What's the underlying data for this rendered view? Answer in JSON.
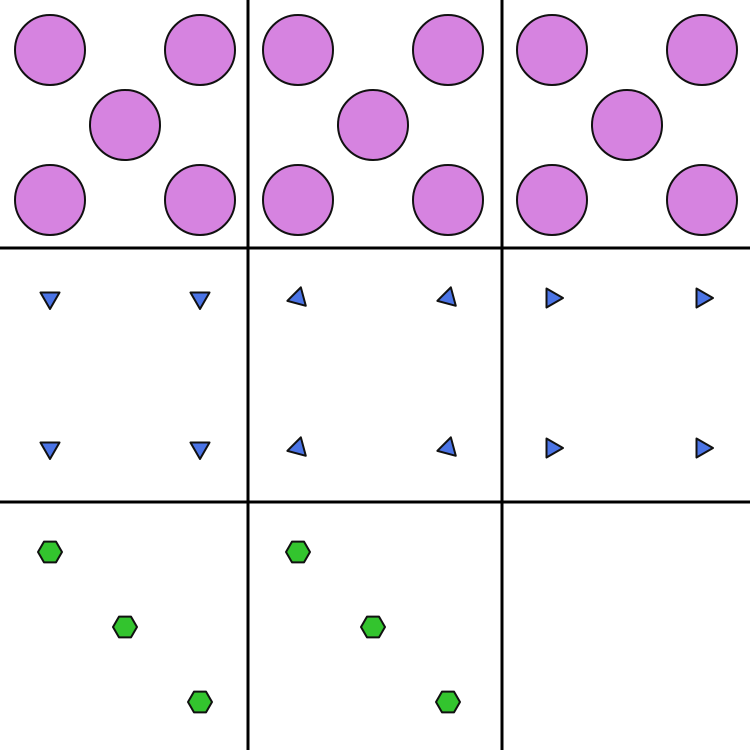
{
  "puzzle": {
    "colors": {
      "background": "#ffffff",
      "grid_line": "#000000",
      "shape_stroke": "#111111",
      "circle_fill": "#d683e0",
      "triangle_fill": "#4b74e6",
      "hexagon_fill": "#33c42e"
    },
    "rows": [
      {
        "shape": "circle",
        "cells": [
          {
            "count": 5,
            "arrangement": "dice-five",
            "rotation_deg": 0
          },
          {
            "count": 5,
            "arrangement": "dice-five",
            "rotation_deg": 0
          },
          {
            "count": 5,
            "arrangement": "dice-five",
            "rotation_deg": 0
          }
        ]
      },
      {
        "shape": "triangle",
        "cells": [
          {
            "count": 4,
            "arrangement": "four-corners",
            "rotation_deg": 30
          },
          {
            "count": 4,
            "arrangement": "four-corners",
            "rotation_deg": -15
          },
          {
            "count": 4,
            "arrangement": "four-corners",
            "rotation_deg": 180
          }
        ]
      },
      {
        "shape": "hexagon",
        "cells": [
          {
            "count": 3,
            "arrangement": "diagonal",
            "rotation_deg": 0
          },
          {
            "count": 3,
            "arrangement": "diagonal",
            "rotation_deg": 0
          },
          {
            "count": 0,
            "arrangement": "empty",
            "rotation_deg": 0
          }
        ]
      }
    ]
  }
}
